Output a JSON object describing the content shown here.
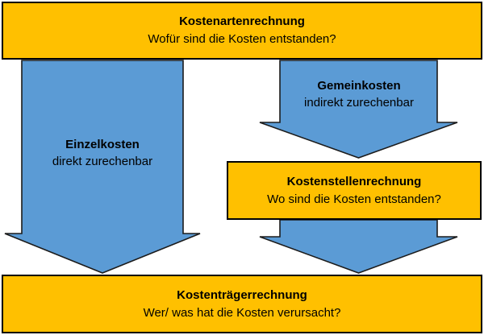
{
  "colors": {
    "background": "#FFFFFF",
    "box_fill": "#FFC000",
    "box_border": "#000000",
    "arrow_fill": "#5B9BD5",
    "arrow_outline": "#1C1C1C",
    "text": "#000000"
  },
  "diagram": {
    "top_box": {
      "title": "Kostenartenrechnung",
      "subtitle": "Wofür sind die Kosten entstanden?"
    },
    "left_arrow": {
      "title": "Einzelkosten",
      "subtitle": "direkt zurechenbar"
    },
    "right_arrow": {
      "title": "Gemeinkosten",
      "subtitle": "indirekt zurechenbar"
    },
    "middle_box": {
      "title": "Kostenstellenrechnung",
      "subtitle": "Wo sind die Kosten entstanden?"
    },
    "bottom_box": {
      "title": "Kostenträgerrechnung",
      "subtitle": "Wer/ was hat die Kosten verursacht?"
    }
  }
}
